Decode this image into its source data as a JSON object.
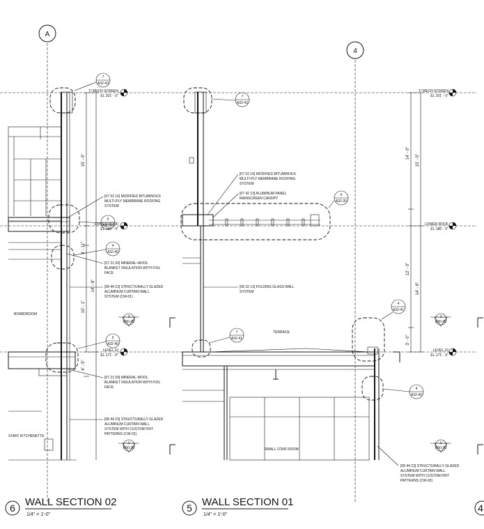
{
  "grid_markers": {
    "left": "A",
    "right": "4"
  },
  "levels": {
    "mech_screen": {
      "name": "T/ MECH SCREEN",
      "elev": "EL 201' - 0\""
    },
    "lower_roof": {
      "name": "LOWER ROOF",
      "elev": "EL 186' - 0\""
    },
    "level_10": {
      "name": "LEVEL 10",
      "elev": "EL 171' - 6\""
    }
  },
  "callouts": {
    "c7_left": {
      "num": "7",
      "sheet": "A32-43"
    },
    "c7_mid": {
      "num": "7",
      "sheet": "A32-43"
    },
    "c5_lower_roof": {
      "num": "5",
      "sheet": "A32-43"
    },
    "c4_left": {
      "num": "4",
      "sheet": "A32-40"
    },
    "c5_level10": {
      "num": "5",
      "sheet": "A32-40"
    },
    "c6": {
      "num": "6",
      "sheet": "A32-20"
    },
    "c7_terrace": {
      "num": "7",
      "sheet": "A32-41"
    },
    "c4_right_upper": {
      "num": "4",
      "sheet": "A32-41"
    },
    "c4_right_lower": {
      "num": "4",
      "sheet": "A32-40"
    }
  },
  "section_marks": {
    "left_upper": {
      "num": "3",
      "sheet": "A30-26"
    },
    "left_lower": {
      "num": "1",
      "sheet": "A30-26"
    },
    "right_upper": {
      "num": "3",
      "sheet": "A30-26"
    },
    "right_lower": {
      "num": "1",
      "sheet": "A30-26"
    }
  },
  "notes": {
    "roofing_left": [
      "[07 52 16] MODIFIED BITUMINOUS",
      "MULTI-PLY MEMBRANE ROOFING",
      "SYSTEM"
    ],
    "insulation_upper": [
      "[07 21 00] MINERAL-WOOL",
      "BLANKET INSULATION WITH FOIL",
      "FACE"
    ],
    "curtain_wall_01": [
      "[08 44 23] STRUCTURALLY GLAZED",
      "ALUMINUM CURTAIN WALL",
      "SYSTEM (CW-01)"
    ],
    "insulation_lower": [
      "[07 21 00] MINERAL-WOOL",
      "BLANKET INSULATION WITH FOIL",
      "FACE"
    ],
    "curtain_wall_02_left": [
      "[08 44 23] STRUCTURALLY GLAZED",
      "ALUMINUM CURTAIN WALL",
      "SYSTEM WITH CUSTOM FRIT",
      "PATTERNS (CW-02)"
    ],
    "roofing_mid": [
      "[07 52 16] MODIFIED BITUMINOUS",
      "MULTI-PLY MEMBRANE ROOFING",
      "SYSTEM"
    ],
    "panel_canopy": [
      "[07 42 13] ALUMINUM PANEL",
      "RAINSCREEN CANOPY"
    ],
    "folding_glass": [
      "[08 32 13] FOLDING GLASS WALL",
      "SYSTEM"
    ],
    "curtain_wall_02_right": [
      "[08 44 23] STRUCTURALLY GLAZED",
      "ALUMINUM CURTAIN WALL",
      "SYSTEM WITH CUSTOM FRIT",
      "PATTERNS (CW-02)"
    ]
  },
  "rooms": {
    "boardroom": "BOARDROOM",
    "staff_kitchenette": "STAFF KITCHENETTE",
    "terrace": "TERRACE",
    "small_conf": "SMALL CONF ROOM"
  },
  "dimensions": {
    "left": {
      "d1": "15' - 0\"",
      "d2": "3' - 11\"",
      "d3": "14' - 6\"",
      "d4": "10' - 1\"",
      "d5": "4' - 5\""
    },
    "right": {
      "d1": "14' - 0\"",
      "d2": "15' - 0\"",
      "d3": "12' - 0\"",
      "d4": "14' - 6\"",
      "d5": "3' - 0\""
    }
  },
  "titles": {
    "left": {
      "num": "6",
      "name": "WALL SECTION 02",
      "scale": "1/4\" = 1'-0\""
    },
    "right": {
      "num": "5",
      "name": "WALL SECTION 01",
      "scale": "1/4\" = 1'-0\""
    },
    "edge": {
      "num": "4"
    }
  }
}
